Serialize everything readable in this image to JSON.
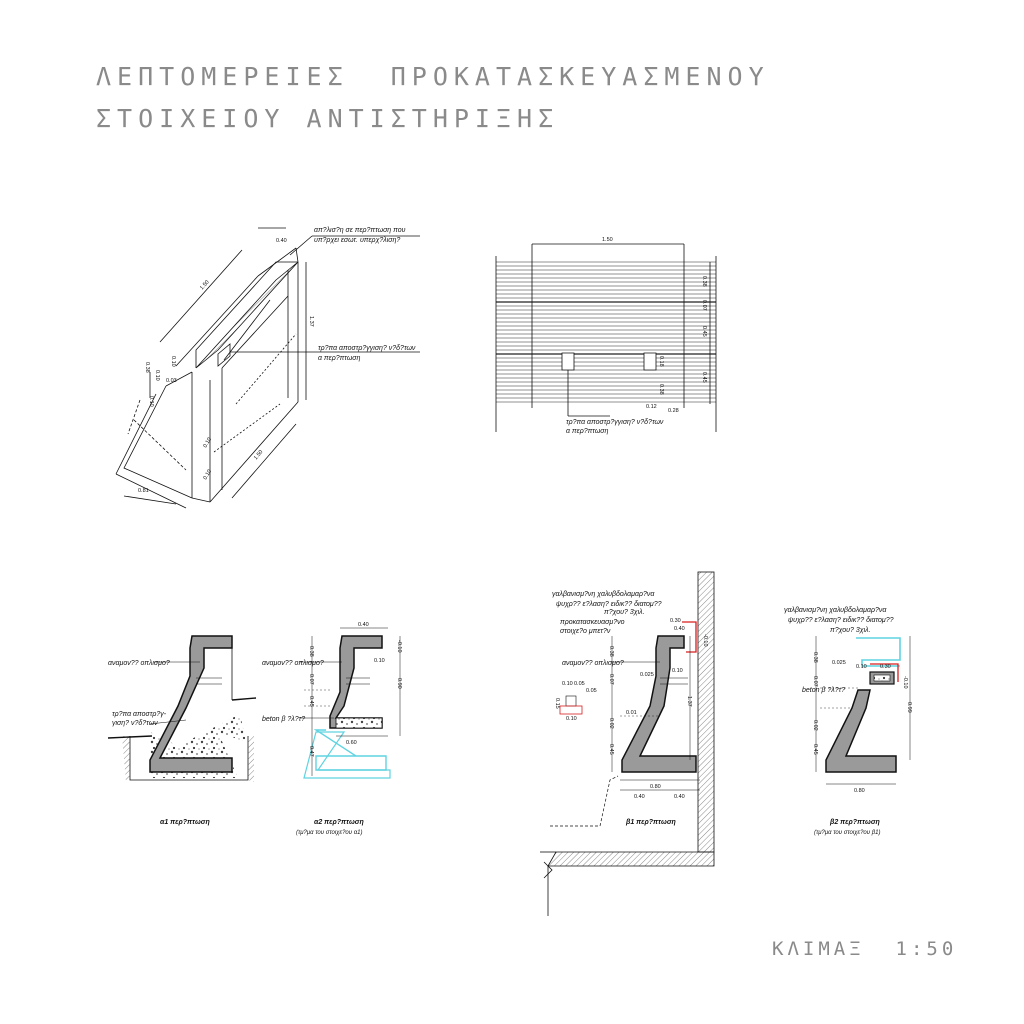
{
  "title_line1": "ΛΕΠΤΟΜΕΡΕΙΕΣ  ΠΡΟΚΑΤΑΣΚΕΥΑΣΜΕΝΟΥ",
  "title_line2": "ΣΤΟΙΧΕΙΟΥ ΑΝΤΙΣΤΗΡΙΞΗΣ",
  "scale": "ΚΛΙΜΑΞ  1:50",
  "iso": {
    "note_top_1": "απ?λισ?η σε περ?πτωση που",
    "note_top_2": "υπ?ρχει εσωτ. υπερχ?λιση?",
    "note_hole_1": "τρ?πα αποστρ?γγιση? ν?δ?των",
    "note_hole_2": "α  περ?πτωση",
    "dims": [
      "0.40",
      "1.50",
      "1.37",
      "0.38",
      "0.10",
      "0.10",
      "0.03",
      "0.10",
      "0.10",
      "1.50",
      "0.81",
      "0.10"
    ]
  },
  "elev": {
    "top_dim": "1.50",
    "right_dims": [
      "0.38",
      "0.07",
      "0.45",
      "0.45"
    ],
    "small_dims": [
      "0.18",
      "0.38",
      "0.12",
      "0.28"
    ],
    "note_1": "τρ?πα αποστρ?γγιση? ν?δ?των",
    "note_2": "α  περ?πτωση"
  },
  "a1": {
    "label_reinf": "αναμον?? οπλισμο?",
    "label_hole_1": "τρ?πα αποστρ?γ-",
    "label_hole_2": "γιση? ν?δ?των",
    "caption": "α1 περ?πτωση"
  },
  "a2": {
    "label_reinf": "αναμον?? οπλισμο?",
    "label_beton": "beton β ?λ?τ?",
    "dims": [
      "0.40",
      "0.38",
      "0.07",
      "0.45",
      "0.47",
      "0.60",
      "0.90",
      "0.10",
      "-0.10"
    ],
    "caption": "α2 περ?πτωση",
    "caption_sub": "(τμ?μα του στοιχε?ου α1)"
  },
  "b1": {
    "label_steel_1": "γαλβανισμ?νη χαλυβδολαμαρ?να",
    "label_steel_2": "ψυχρ?? ε?λαση? ειδικ?? διατομ??",
    "label_steel_3": "π?χου? 3χιλ.",
    "label_precast_1": "προκατασκευασμ?νο",
    "label_precast_2": "στοιχε?ο μπετ?ν",
    "label_reinf": "αναμον?? οπλισμο?",
    "dims": [
      "0.30",
      "0.40",
      "0.10",
      "0.025",
      "0.38",
      "0.07",
      "0.45",
      "0.02",
      "0.01",
      "0.10",
      "0.05",
      "0.05",
      "0.15",
      "0.10",
      "0.80",
      "0.40",
      "0.40",
      "1.37",
      "-0.10"
    ],
    "caption": "β1 περ?πτωση"
  },
  "b2": {
    "label_steel_1": "γαλβανισμ?νη χαλυβδολαμαρ?να",
    "label_steel_2": "ψυχρ?? ε?λαση? ειδικ?? διατομ??",
    "label_steel_3": "π?χου? 3χιλ.",
    "label_beton": "beton β ?λ?τ?",
    "dims": [
      "0.38",
      "0.025",
      "0.30",
      "0.10",
      "0.07",
      "0.02",
      "0.45",
      "0.80",
      "0.99",
      "-0.10"
    ],
    "caption": "β2 περ?πτωση",
    "caption_sub": "(τμ?μα του στοιχε?ου β1)"
  },
  "colors": {
    "title": "#8a8a8a",
    "concrete": "#9a9a9a",
    "cyan": "#5fd3e0",
    "red": "#d81e1e",
    "line": "#111111"
  }
}
